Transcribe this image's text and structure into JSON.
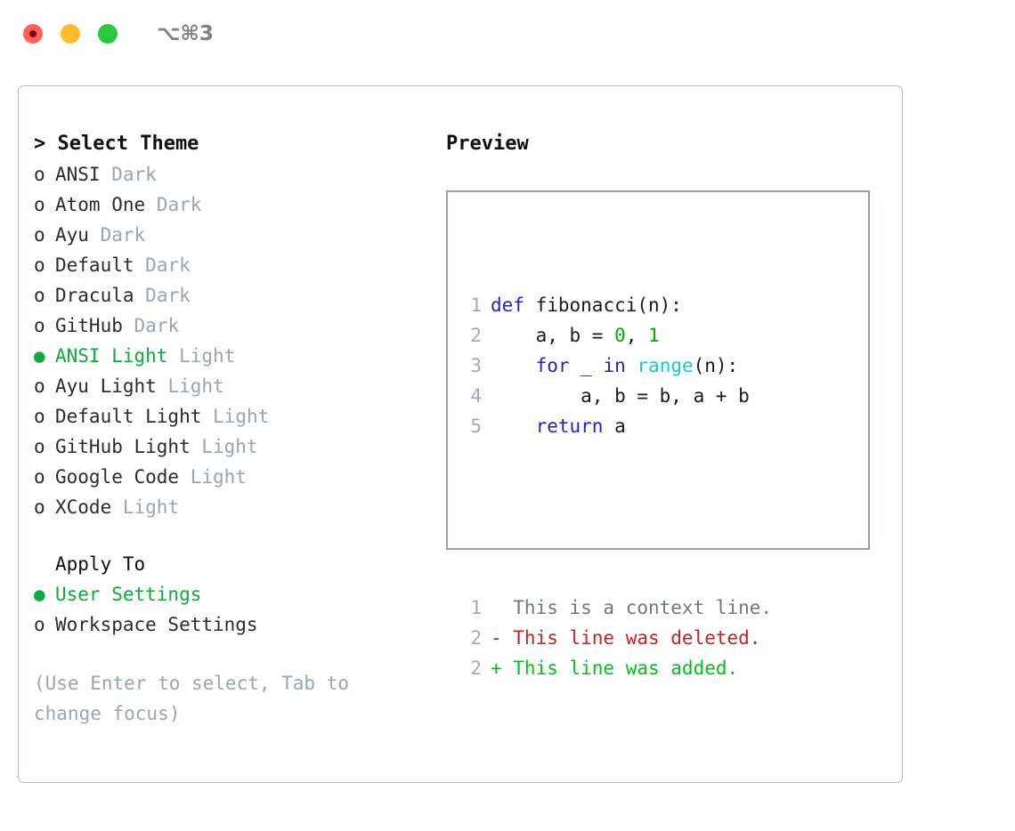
{
  "titlebar": {
    "shortcut": "⌥⌘3",
    "buttons": [
      {
        "name": "close",
        "color": "#ff6059"
      },
      {
        "name": "minimize",
        "color": "#ffbd2e"
      },
      {
        "name": "maximize",
        "color": "#28c840"
      }
    ]
  },
  "left": {
    "header": "> Select Theme",
    "themes": [
      {
        "marker": "o",
        "name": "ANSI",
        "kind": "Dark",
        "selected": false
      },
      {
        "marker": "o",
        "name": "Atom One",
        "kind": "Dark",
        "selected": false
      },
      {
        "marker": "o",
        "name": "Ayu",
        "kind": "Dark",
        "selected": false
      },
      {
        "marker": "o",
        "name": "Default",
        "kind": "Dark",
        "selected": false
      },
      {
        "marker": "o",
        "name": "Dracula",
        "kind": "Dark",
        "selected": false
      },
      {
        "marker": "o",
        "name": "GitHub",
        "kind": "Dark",
        "selected": false
      },
      {
        "marker": "●",
        "name": "ANSI Light",
        "kind": "Light",
        "selected": true
      },
      {
        "marker": "o",
        "name": "Ayu Light",
        "kind": "Light",
        "selected": false
      },
      {
        "marker": "o",
        "name": "Default Light",
        "kind": "Light",
        "selected": false
      },
      {
        "marker": "o",
        "name": "GitHub Light",
        "kind": "Light",
        "selected": false
      },
      {
        "marker": "o",
        "name": "Google Code",
        "kind": "Light",
        "selected": false
      },
      {
        "marker": "o",
        "name": "XCode",
        "kind": "Light",
        "selected": false
      }
    ],
    "apply_to": {
      "title": "Apply To",
      "options": [
        {
          "marker": "●",
          "label": "User Settings",
          "selected": true
        },
        {
          "marker": "o",
          "label": "Workspace Settings",
          "selected": false
        }
      ]
    },
    "hint": "(Use Enter to select, Tab to change focus)"
  },
  "right": {
    "label": "Preview",
    "code_lines": [
      {
        "no": "1",
        "tokens": [
          {
            "t": "def",
            "c": "kw"
          },
          {
            "t": " fibonacci(n):",
            "c": "plain"
          }
        ]
      },
      {
        "no": "2",
        "tokens": [
          {
            "t": "    a, b = ",
            "c": "plain"
          },
          {
            "t": "0",
            "c": "num"
          },
          {
            "t": ", ",
            "c": "plain"
          },
          {
            "t": "1",
            "c": "num"
          }
        ]
      },
      {
        "no": "3",
        "tokens": [
          {
            "t": "    ",
            "c": "plain"
          },
          {
            "t": "for",
            "c": "kw"
          },
          {
            "t": " _ ",
            "c": "plain"
          },
          {
            "t": "in",
            "c": "kw"
          },
          {
            "t": " ",
            "c": "plain"
          },
          {
            "t": "range",
            "c": "bi"
          },
          {
            "t": "(n):",
            "c": "plain"
          }
        ]
      },
      {
        "no": "4",
        "tokens": [
          {
            "t": "        a, b = b, a + b",
            "c": "plain"
          }
        ]
      },
      {
        "no": "5",
        "tokens": [
          {
            "t": "    ",
            "c": "plain"
          },
          {
            "t": "return",
            "c": "kw"
          },
          {
            "t": " a",
            "c": "plain"
          }
        ]
      }
    ],
    "diff_lines": [
      {
        "no": "1",
        "tokens": [
          {
            "t": "  This is a context line.",
            "c": "ctx"
          }
        ]
      },
      {
        "no": "2",
        "tokens": [
          {
            "t": "- This line was deleted.",
            "c": "del"
          }
        ]
      },
      {
        "no": "2",
        "tokens": [
          {
            "t": "+ This line was added.",
            "c": "add"
          }
        ]
      }
    ]
  }
}
